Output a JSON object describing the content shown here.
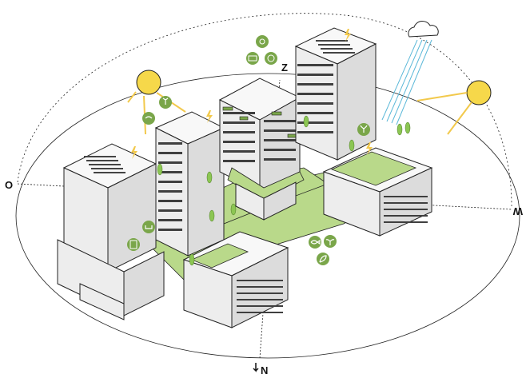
{
  "compass": {
    "north": "N",
    "east": "O",
    "south": "Z",
    "west": "W"
  },
  "colors": {
    "greenery": "#b9d98a",
    "badge": "#7aa64a",
    "sun": "#f6d84a",
    "sun_ray": "#f2c94c",
    "rain": "#5bb8d8"
  },
  "icons": [
    "sun-icon-east",
    "sun-icon-west",
    "rain-cloud-icon",
    "wind-turbine-icon",
    "solar-panel-icon",
    "recycle-icon",
    "bird-icon",
    "plant-icon",
    "energy-icon",
    "water-storage-icon",
    "door-icon",
    "fish-icon",
    "sprout-icon",
    "leaf-icon",
    "lightning-icon"
  ]
}
